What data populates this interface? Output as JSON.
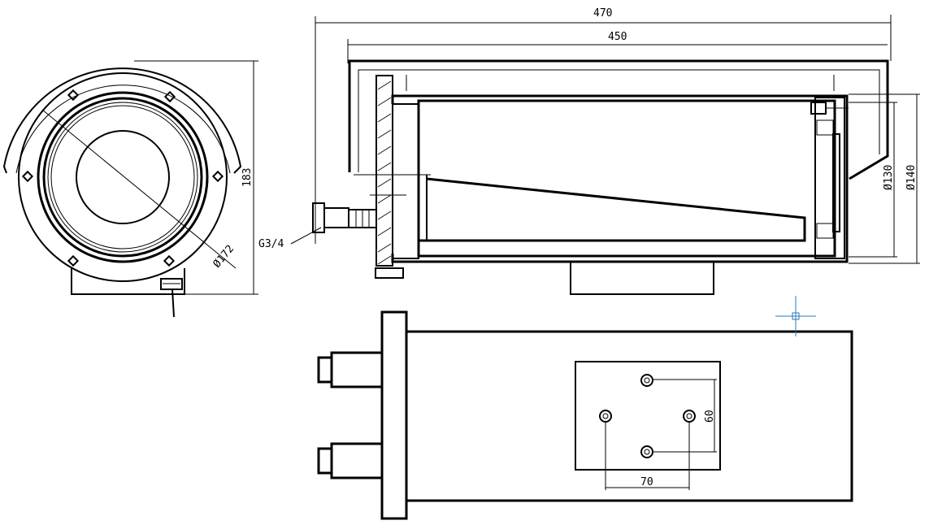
{
  "drawing": {
    "colors": {
      "line": "#000000",
      "background": "#ffffff",
      "cursor": "#2a7ab8"
    },
    "front_view": {
      "height_label": "183",
      "diameter_label": "Ø172"
    },
    "side_view": {
      "overall_length_label": "470",
      "body_length_label": "450",
      "thread_label": "G3/4",
      "inner_diameter_label": "Ø130",
      "outer_diameter_label": "Ø140"
    },
    "bottom_view": {
      "hole_spacing_vertical_label": "60",
      "hole_spacing_horizontal_label": "70"
    }
  }
}
